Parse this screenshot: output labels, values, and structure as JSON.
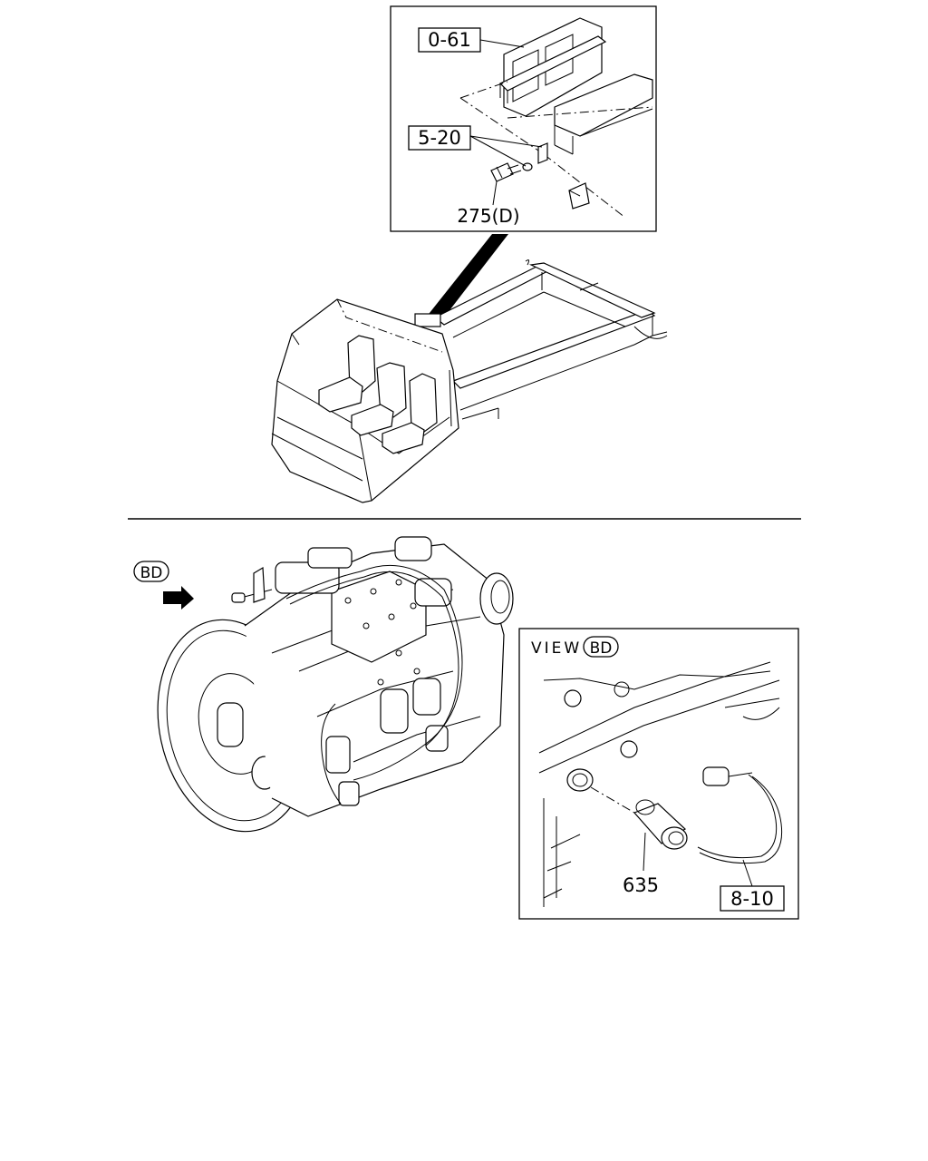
{
  "callouts": {
    "cover_ref": "0-61",
    "bracket_ref": "5-20",
    "bolt_ref": "275(D)",
    "view_marker": "BD",
    "view_title_prefix": "VIEW",
    "view_title_marker": "BD",
    "sensor_part": "635",
    "harness_ref": "8-10"
  }
}
